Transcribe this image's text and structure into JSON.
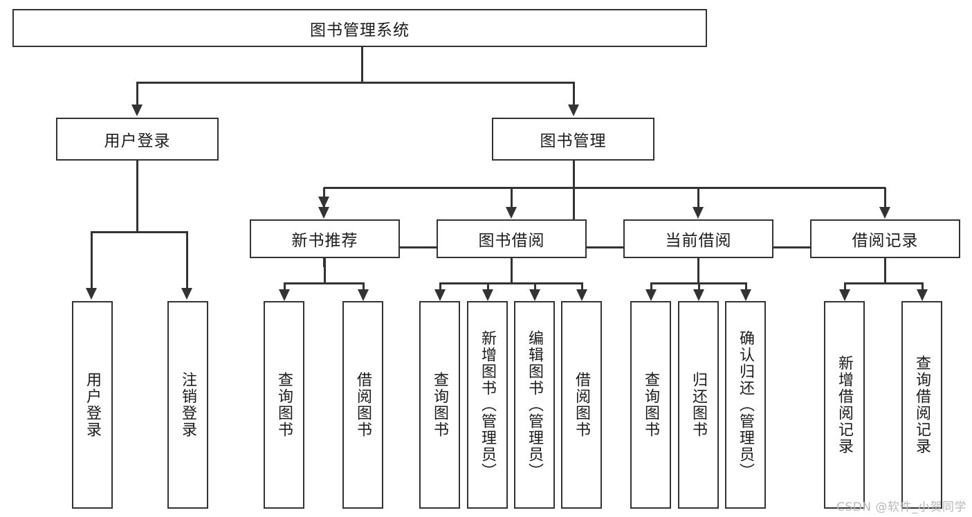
{
  "diagram": {
    "type": "tree-hierarchy",
    "title": "图书管理系统",
    "watermark": "CSDN @软件_小贺同学",
    "colors": {
      "stroke": "#333333",
      "background": "#ffffff",
      "text": "#1b1b1b",
      "watermark": "#b8b8b8"
    },
    "root": {
      "label": "图书管理系统"
    },
    "level2": [
      {
        "label": "用户登录"
      },
      {
        "label": "图书管理"
      }
    ],
    "level3": [
      {
        "label": "新书推荐"
      },
      {
        "label": "图书借阅"
      },
      {
        "label": "当前借阅"
      },
      {
        "label": "借阅记录"
      }
    ],
    "leaves": {
      "user_login": [
        {
          "label": "用户登录"
        },
        {
          "label": "注销登录"
        }
      ],
      "new_book_recommend": [
        {
          "label": "查询图书"
        },
        {
          "label": "借阅图书"
        }
      ],
      "book_borrow": [
        {
          "label": "查询图书"
        },
        {
          "label": "新增图书（管理员）"
        },
        {
          "label": "编辑图书（管理员）"
        },
        {
          "label": "借阅图书"
        }
      ],
      "current_borrow": [
        {
          "label": "查询图书"
        },
        {
          "label": "归还图书"
        },
        {
          "label": "确认归还（管理员）"
        }
      ],
      "borrow_record": [
        {
          "label": "新增借阅记录"
        },
        {
          "label": "查询借阅记录"
        }
      ]
    }
  }
}
